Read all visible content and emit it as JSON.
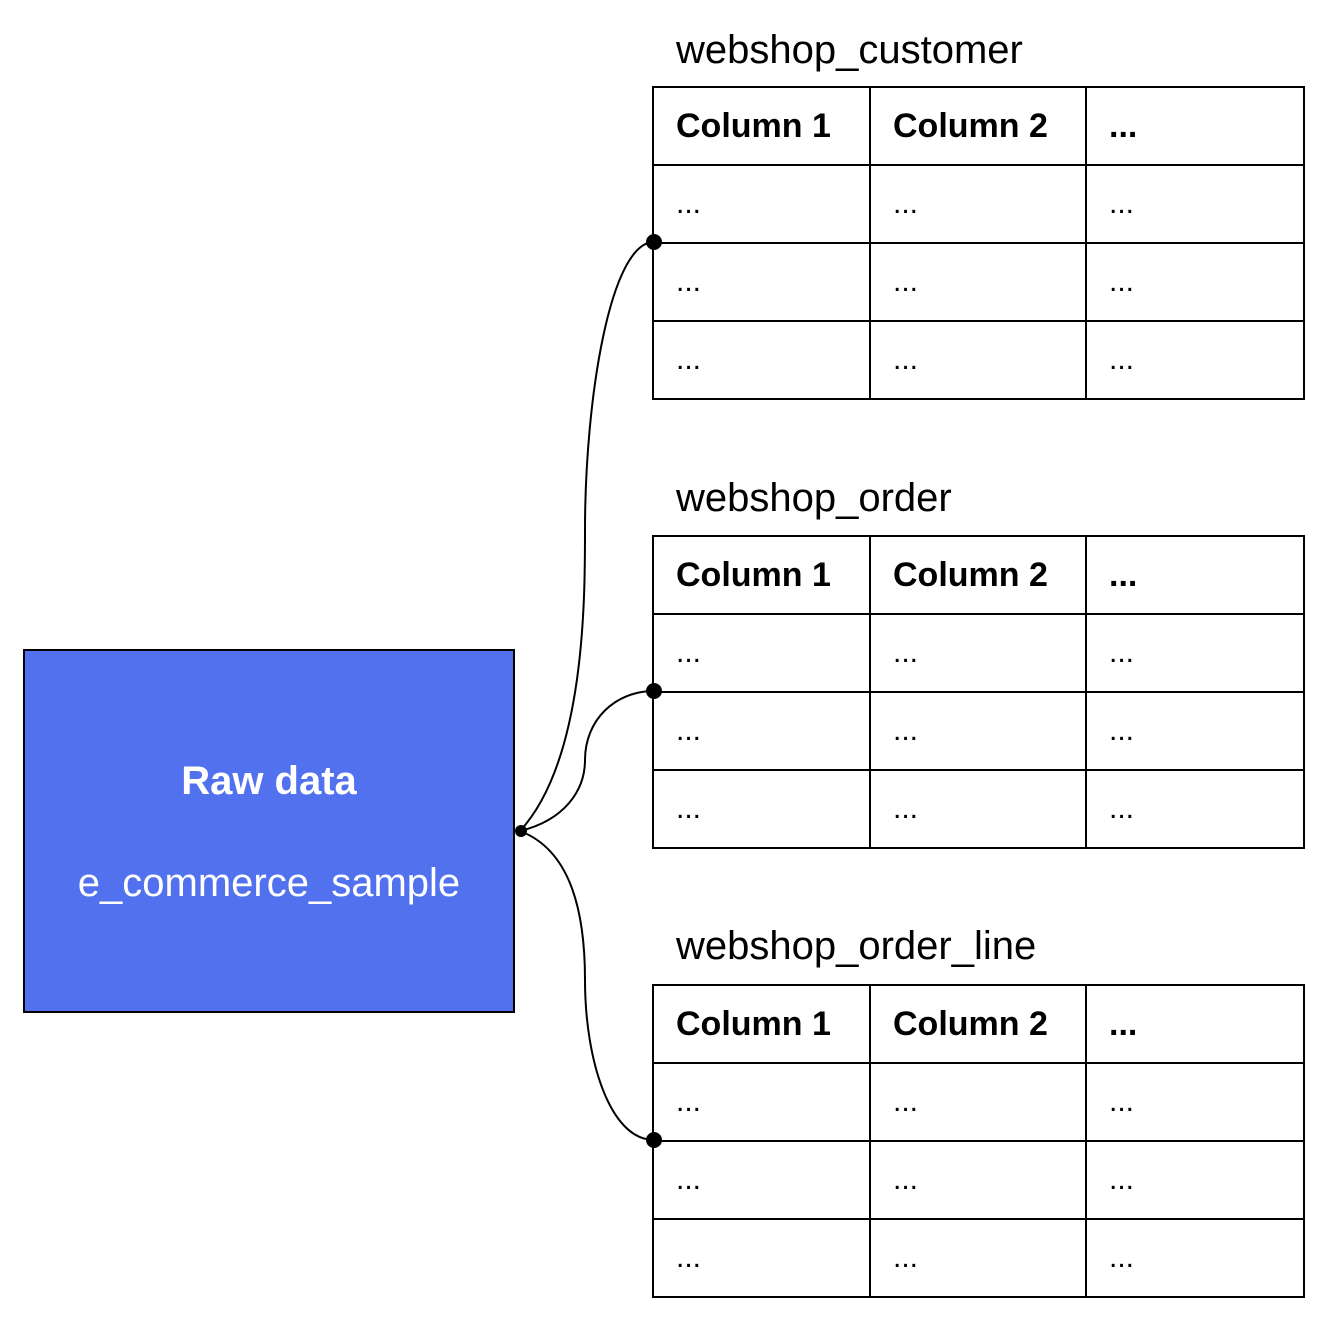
{
  "source": {
    "title": "Raw data",
    "name": "e_commerce_sample",
    "color": "#5271ee"
  },
  "tables": [
    {
      "title": "webshop_customer",
      "headers": [
        "Column 1",
        "Column 2",
        "..."
      ],
      "rows": [
        [
          "...",
          "...",
          "..."
        ],
        [
          "...",
          "...",
          "..."
        ],
        [
          "...",
          "...",
          "..."
        ]
      ]
    },
    {
      "title": "webshop_order",
      "headers": [
        "Column 1",
        "Column 2",
        "..."
      ],
      "rows": [
        [
          "...",
          "...",
          "..."
        ],
        [
          "...",
          "...",
          "..."
        ],
        [
          "...",
          "...",
          "..."
        ]
      ]
    },
    {
      "title": "webshop_order_line",
      "headers": [
        "Column 1",
        "Column 2",
        "..."
      ],
      "rows": [
        [
          "...",
          "...",
          "..."
        ],
        [
          "...",
          "...",
          "..."
        ],
        [
          "...",
          "...",
          "..."
        ]
      ]
    }
  ]
}
